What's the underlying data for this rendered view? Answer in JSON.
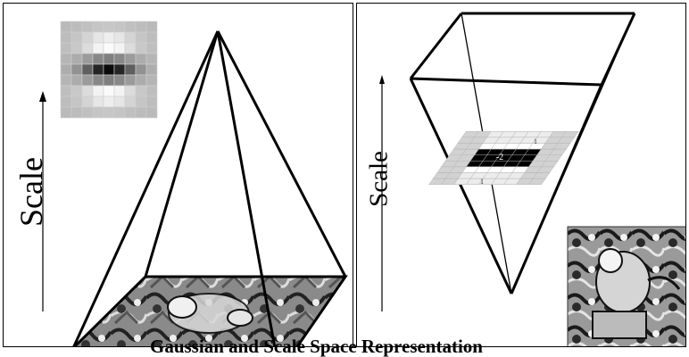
{
  "left_panel": {
    "axis_label": "Scale"
  },
  "right_panel": {
    "axis_label": "Scale",
    "filter_value": "-2",
    "filter_side_value": "1"
  },
  "caption": "Gaussian and Scale Space Representation"
}
